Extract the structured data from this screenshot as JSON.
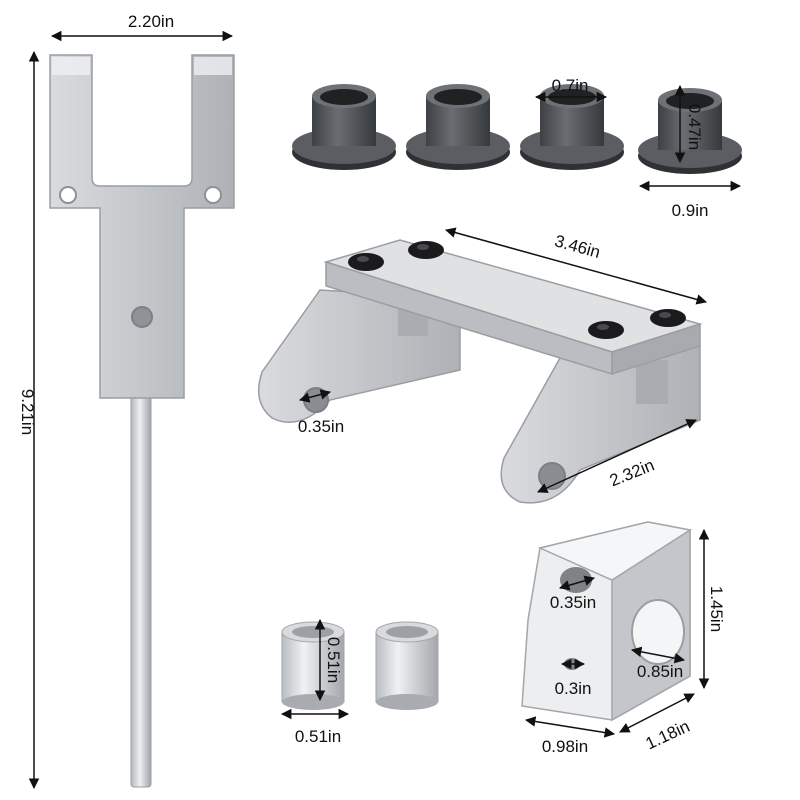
{
  "dimensions": {
    "fork_width": "2.20in",
    "total_length": "9.21in",
    "flange_inner": "0.7in",
    "flange_height": "0.47in",
    "flange_outer": "0.9in",
    "bracket_length": "3.46in",
    "bracket_hole": "0.35in",
    "bracket_depth": "2.32in",
    "block_hole_small": "0.35in",
    "block_height": "1.45in",
    "block_hole_large": "0.85in",
    "block_hole_tiny": "0.3in",
    "block_width": "0.98in",
    "block_depth": "1.18in",
    "spacer_height": "0.51in",
    "spacer_width": "0.51in"
  },
  "colors": {
    "aluminum": "#c9cbce",
    "aluminum_light": "#e4e6e8",
    "aluminum_dark": "#9a9da1",
    "bushing": "#55585c",
    "bushing_dark": "#2f3134",
    "bolt": "#1b1b1d",
    "arrow": "#111111"
  }
}
